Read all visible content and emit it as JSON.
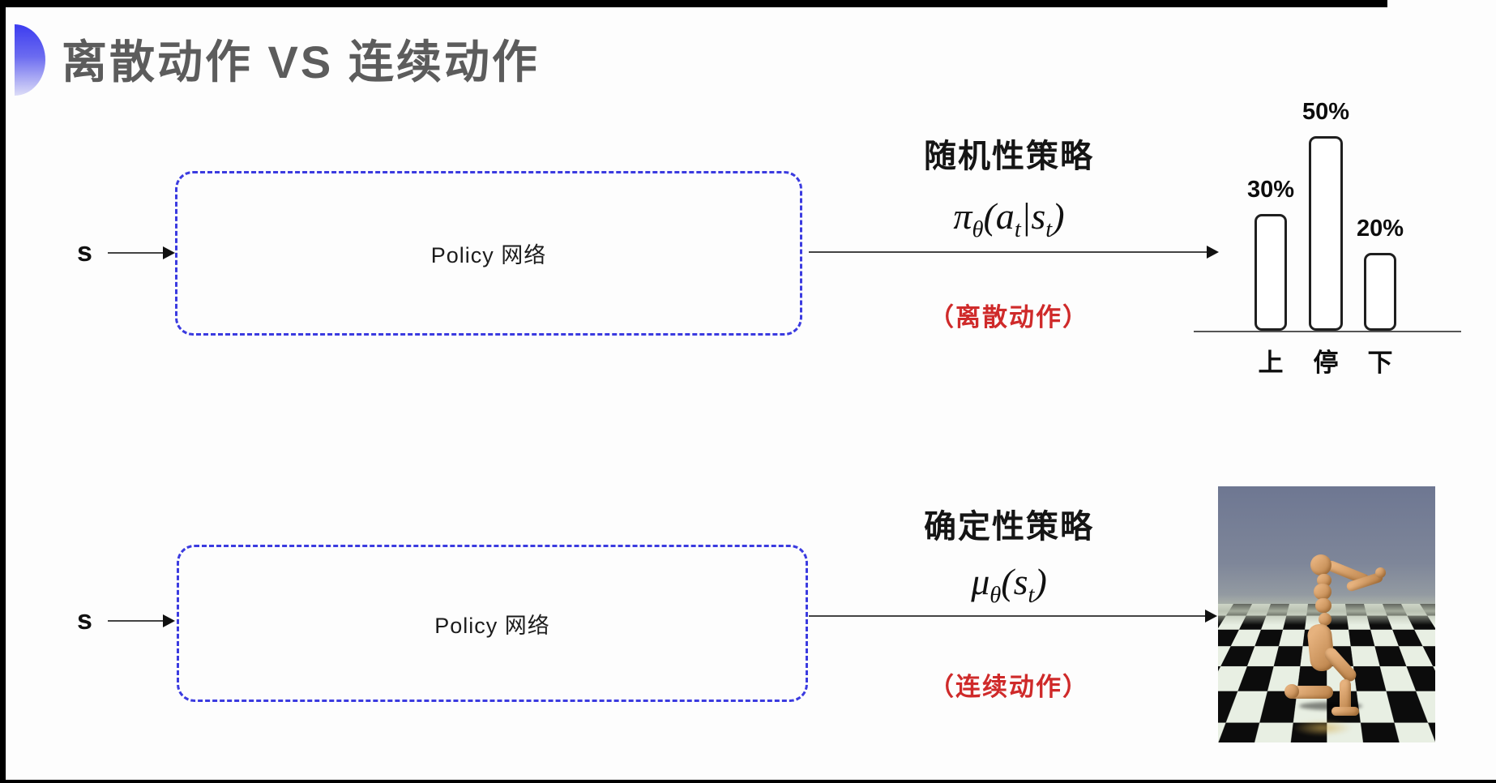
{
  "title": "离散动作 VS 连续动作",
  "top_row": {
    "input_label": "s",
    "box_label": "Policy 网络",
    "policy_type": "随机性策略",
    "formula": {
      "sym": "π",
      "sub1": "θ",
      "mid": "(a",
      "sub2": "t",
      "bar": "|s",
      "sub3": "t",
      "end": ")"
    },
    "action_note": "（离散动作）"
  },
  "bottom_row": {
    "input_label": "s",
    "box_label": "Policy 网络",
    "policy_type": "确定性策略",
    "formula": {
      "sym": "μ",
      "sub1": "θ",
      "mid": "(s",
      "sub2": "t",
      "end": ")"
    },
    "action_note": "（连续动作）"
  },
  "chart_data": {
    "type": "bar",
    "categories": [
      "上",
      "停",
      "下"
    ],
    "values": [
      30,
      50,
      20
    ],
    "value_labels": [
      "30%",
      "50%",
      "20%"
    ],
    "title": "",
    "xlabel": "",
    "ylabel": "",
    "ylim": [
      0,
      60
    ],
    "unit": "%",
    "grid": false,
    "legend": false,
    "bar_style": "outlined-rounded"
  },
  "colors": {
    "box_border_blue": "#3b3be0",
    "action_note_red": "#cf2a2a",
    "title_gray": "#5c5c5c",
    "bar_outline": "#1f1f1f"
  }
}
